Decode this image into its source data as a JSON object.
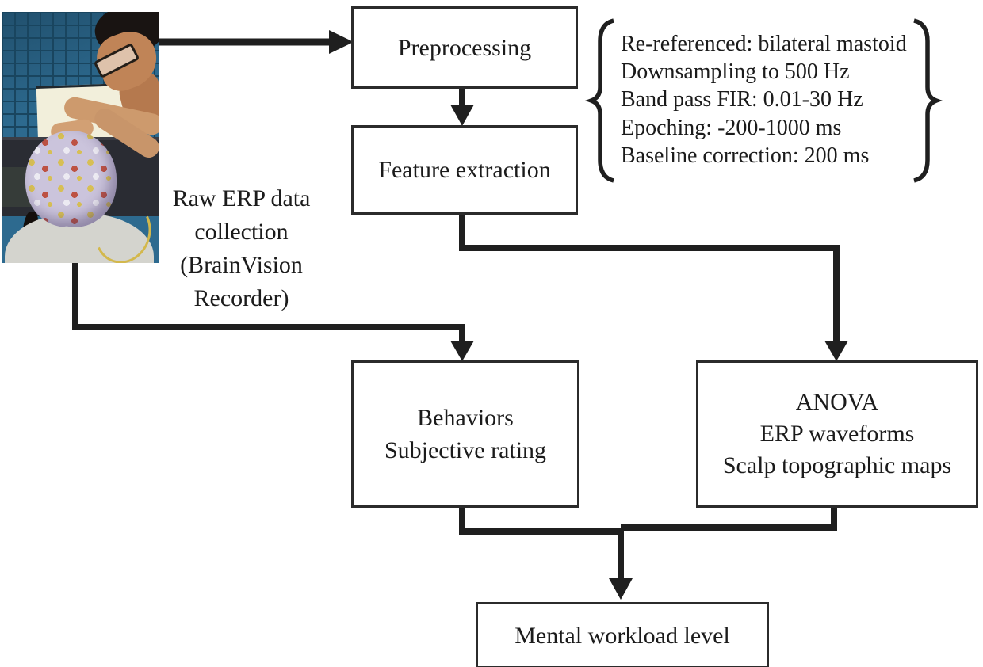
{
  "figure": {
    "photo_caption_lines": [
      "Raw ERP data",
      "collection",
      "(BrainVision",
      "Recorder)"
    ],
    "nodes": {
      "preprocessing": "Preprocessing",
      "feature_extraction": "Feature extraction",
      "behaviors_lines": [
        "Behaviors",
        "Subjective rating"
      ],
      "analysis_lines": [
        "ANOVA",
        "ERP waveforms",
        "Scalp topographic maps"
      ],
      "mental_workload": "Mental workload level"
    },
    "preprocessing_steps": [
      "Re-referenced: bilateral mastoid",
      "Downsampling to 500 Hz",
      "Band pass FIR: 0.01-30 Hz",
      "Epoching: -200-1000 ms",
      "Baseline correction: 200 ms"
    ],
    "colors": {
      "connector_line": "#1f1f1f",
      "box_border": "#2b2b2b",
      "text": "#1b1b1b",
      "background": "#ffffff",
      "photo_wall": "#2d6a8f",
      "photo_tile_grout": "#19455f",
      "photo_screen": "#f2efdb",
      "photo_skin": "#c99465",
      "photo_cap": "#cbc4dc",
      "photo_hair": "#17110e",
      "photo_shirt": "#d4d4ce",
      "photo_desk": "#2a2c33",
      "photo_cable": "#d3b84c"
    }
  }
}
